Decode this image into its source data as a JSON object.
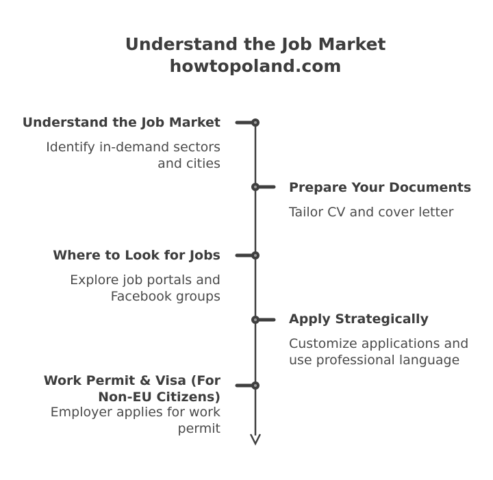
{
  "colors": {
    "background": "#ffffff",
    "text-strong": "#3d3d3d",
    "text-body": "#4a4a4a",
    "line": "#3f3f3f",
    "dot-center": "#9e9e9e"
  },
  "header": {
    "title": "Understand the Job Market",
    "subtitle": "howtopoland.com"
  },
  "timeline": {
    "entries": [
      {
        "side": "left",
        "title": "Understand the Job Market",
        "title_lines": [
          "Understand the Job Market"
        ],
        "description": "Identify in-demand sectors and cities",
        "description_lines": [
          "Identify in-demand sectors",
          "and cities"
        ]
      },
      {
        "side": "right",
        "title": "Prepare Your Documents",
        "title_lines": [
          "Prepare Your Documents"
        ],
        "description": "Tailor CV and cover letter",
        "description_lines": [
          "Tailor CV and cover letter"
        ]
      },
      {
        "side": "left",
        "title": "Where to Look for Jobs",
        "title_lines": [
          "Where to Look for Jobs"
        ],
        "description": "Explore job portals and Facebook groups",
        "description_lines": [
          "Explore job portals and",
          "Facebook groups"
        ]
      },
      {
        "side": "right",
        "title": "Apply Strategically",
        "title_lines": [
          "Apply Strategically"
        ],
        "description": "Customize applications and use professional language",
        "description_lines": [
          "Customize applications and",
          "use professional language"
        ]
      },
      {
        "side": "left",
        "title": "Work Permit & Visa (For Non-EU Citizens)",
        "title_lines": [
          "Work Permit & Visa (For",
          "Non-EU Citizens)"
        ],
        "description": "Employer applies for work permit",
        "description_lines": [
          "Employer applies for work",
          "permit"
        ]
      }
    ]
  }
}
